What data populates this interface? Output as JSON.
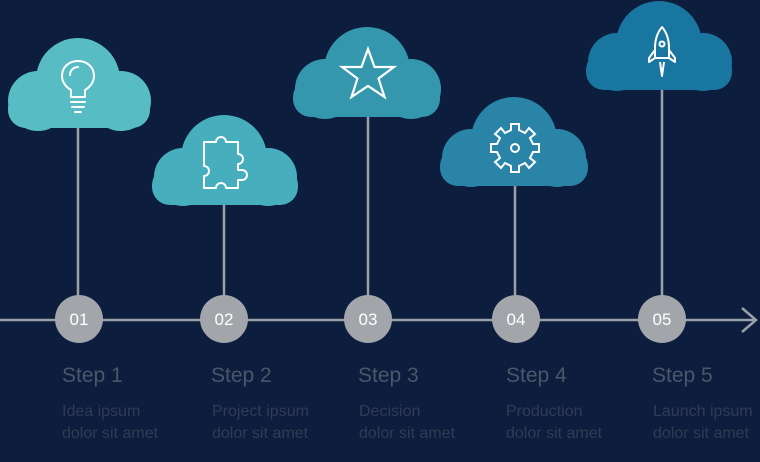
{
  "steps": [
    {
      "number": "01",
      "title": "Step 1",
      "desc": "Idea ipsum dolor sit amet",
      "icon": "lightbulb-icon",
      "cloud_color": "#57bcc4"
    },
    {
      "number": "02",
      "title": "Step 2",
      "desc": "Project ipsum dolor sit amet",
      "icon": "puzzle-icon",
      "cloud_color": "#47aebd"
    },
    {
      "number": "03",
      "title": "Step 3",
      "desc": "Decision dolor sit amet",
      "icon": "star-icon",
      "cloud_color": "#3597ae"
    },
    {
      "number": "04",
      "title": "Step 4",
      "desc": "Production dolor sit amet",
      "icon": "gear-icon",
      "cloud_color": "#2a84a8"
    },
    {
      "number": "05",
      "title": "Step 5",
      "desc": "Launch ipsum dolor sit amet",
      "icon": "rocket-icon",
      "cloud_color": "#1876a0"
    }
  ],
  "colors": {
    "background": "#0c1d3e",
    "timeline": "#9aa0a8",
    "node": "#a2a5a9",
    "title": "#4b5668",
    "desc": "#313c52"
  }
}
